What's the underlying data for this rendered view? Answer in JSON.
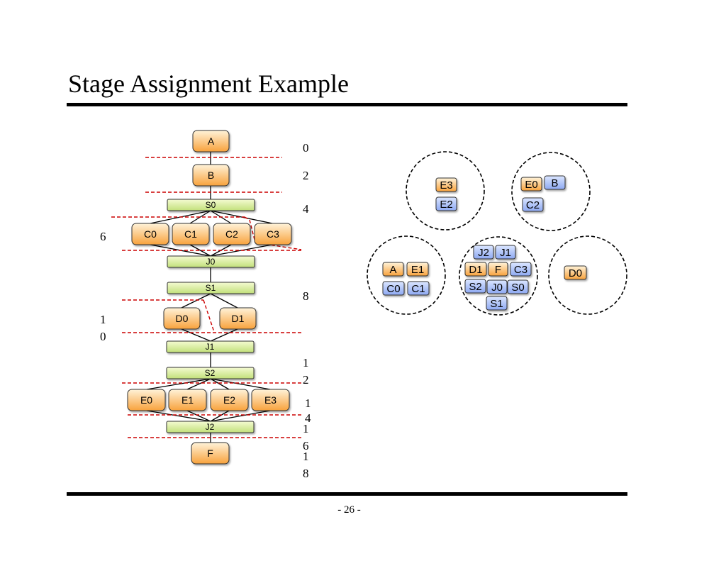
{
  "title": "Stage Assignment Example",
  "page_number": "- 26 -",
  "colors": {
    "orange_top": "#fff3d9",
    "orange_bottom": "#f8a23c",
    "bar_top": "#f5fbd2",
    "bar_bottom": "#c2e07a",
    "blue_top": "#dbe6ff",
    "blue_bottom": "#8ea9f2",
    "cut_line": "#cc0000"
  },
  "graph": {
    "nodes": {
      "A": "A",
      "B": "B",
      "C0": "C0",
      "C1": "C1",
      "C2": "C2",
      "C3": "C3",
      "D0": "D0",
      "D1": "D1",
      "E0": "E0",
      "E1": "E1",
      "E2": "E2",
      "E3": "E3",
      "F": "F"
    },
    "bars": {
      "S0": "S0",
      "J0": "J0",
      "S1": "S1",
      "J1": "J1",
      "S2": "S2",
      "J2": "J2"
    },
    "stage_labels": {
      "l0": "0",
      "l2": "2",
      "l4": "4",
      "l6": "6",
      "l8": "8",
      "l10a": "1",
      "l10b": "0",
      "l12a": "1",
      "l12b": "2",
      "l14a": "1",
      "l14b": "4",
      "l16a": "1",
      "l16b": "6",
      "l18a": "1",
      "l18b": "8"
    }
  },
  "clusters": {
    "c1": {
      "chips": [
        "E3",
        "E2"
      ]
    },
    "c2": {
      "chips": [
        "E0",
        "B",
        "C2"
      ]
    },
    "c3": {
      "chips": [
        "A",
        "E1",
        "C0",
        "C1"
      ]
    },
    "c4": {
      "chips": [
        "J2",
        "J1",
        "D1",
        "F",
        "C3",
        "S2",
        "J0",
        "S0",
        "S1"
      ]
    },
    "c5": {
      "chips": [
        "D0"
      ]
    }
  }
}
